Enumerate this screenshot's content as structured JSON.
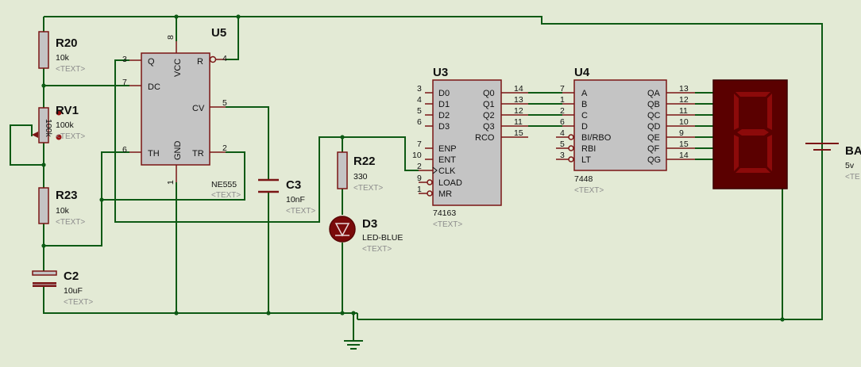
{
  "components": {
    "u5": {
      "ref": "U5",
      "value": "NE555",
      "text": "<TEXT>",
      "pins": [
        {
          "num": "3",
          "label": "Q"
        },
        {
          "num": "7",
          "label": "DC"
        },
        {
          "num": "6",
          "label": "TH"
        },
        {
          "num": "8",
          "label": "VCC"
        },
        {
          "num": "4",
          "label": "R"
        },
        {
          "num": "5",
          "label": "CV"
        },
        {
          "num": "2",
          "label": "TR"
        },
        {
          "num": "1",
          "label": "GND"
        }
      ]
    },
    "r20": {
      "ref": "R20",
      "value": "10k",
      "text": "<TEXT>"
    },
    "rv1": {
      "ref": "RV1",
      "value": "100k",
      "text": "<TEXT>",
      "body_label": "100k"
    },
    "r23": {
      "ref": "R23",
      "value": "10k",
      "text": "<TEXT>"
    },
    "c2": {
      "ref": "C2",
      "value": "10uF",
      "text": "<TEXT>"
    },
    "c3": {
      "ref": "C3",
      "value": "10nF",
      "text": "<TEXT>"
    },
    "r22": {
      "ref": "R22",
      "value": "330",
      "text": "<TEXT>"
    },
    "d3": {
      "ref": "D3",
      "value": "LED-BLUE",
      "text": "<TEXT>"
    },
    "u3": {
      "ref": "U3",
      "value": "74163",
      "text": "<TEXT>",
      "left_pins": [
        {
          "num": "3",
          "label": "D0"
        },
        {
          "num": "4",
          "label": "D1"
        },
        {
          "num": "5",
          "label": "D2"
        },
        {
          "num": "6",
          "label": "D3"
        },
        {
          "num": "7",
          "label": "ENP"
        },
        {
          "num": "10",
          "label": "ENT"
        },
        {
          "num": "2",
          "label": "CLK"
        },
        {
          "num": "9",
          "label": "LOAD"
        },
        {
          "num": "1",
          "label": "MR"
        }
      ],
      "right_pins": [
        {
          "num": "14",
          "label": "Q0"
        },
        {
          "num": "13",
          "label": "Q1"
        },
        {
          "num": "12",
          "label": "Q2"
        },
        {
          "num": "11",
          "label": "Q3"
        },
        {
          "num": "15",
          "label": "RCO"
        }
      ]
    },
    "u4": {
      "ref": "U4",
      "value": "7448",
      "text": "<TEXT>",
      "left_pins": [
        {
          "num": "7",
          "label": "A"
        },
        {
          "num": "1",
          "label": "B"
        },
        {
          "num": "2",
          "label": "C"
        },
        {
          "num": "6",
          "label": "D"
        },
        {
          "num": "4",
          "label": "BI/RBO"
        },
        {
          "num": "5",
          "label": "RBI"
        },
        {
          "num": "3",
          "label": "LT"
        }
      ],
      "right_pins": [
        {
          "num": "13",
          "label": "QA"
        },
        {
          "num": "12",
          "label": "QB"
        },
        {
          "num": "11",
          "label": "QC"
        },
        {
          "num": "10",
          "label": "QD"
        },
        {
          "num": "9",
          "label": "QE"
        },
        {
          "num": "15",
          "label": "QF"
        },
        {
          "num": "14",
          "label": "QG"
        }
      ]
    },
    "bat": {
      "ref": "BA",
      "value": "5v",
      "text": "<TE"
    }
  },
  "colors": {
    "wire": "#0d5a14",
    "body": "#c4c4c4",
    "outline": "#7a1515",
    "display": "#5a0000",
    "segment": "#8c0a0a",
    "background": "#e3ead5"
  }
}
